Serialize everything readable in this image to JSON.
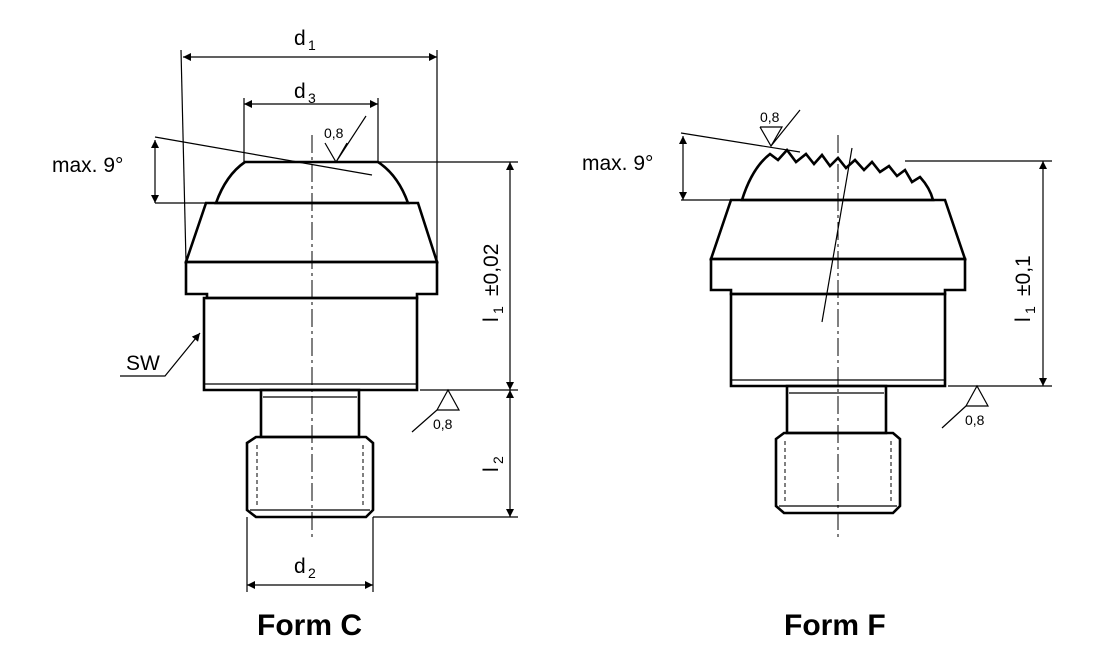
{
  "form_c": {
    "caption": "Form C",
    "d1": "d",
    "d1_sub": "1",
    "d3": "d",
    "d3_sub": "3",
    "d2": "d",
    "d2_sub": "2",
    "angle": "max. 9°",
    "sw": "SW",
    "l1": "l",
    "l1_sub": "1",
    "l1_tol": "±0,02",
    "l2": "l",
    "l2_sub": "2",
    "roughness_top": "0,8",
    "roughness_base": "0,8"
  },
  "form_f": {
    "caption": "Form F",
    "angle": "max. 9°",
    "l1": "l",
    "l1_sub": "1",
    "l1_tol": "±0,1",
    "roughness_top": "0,8",
    "roughness_base": "0,8"
  }
}
